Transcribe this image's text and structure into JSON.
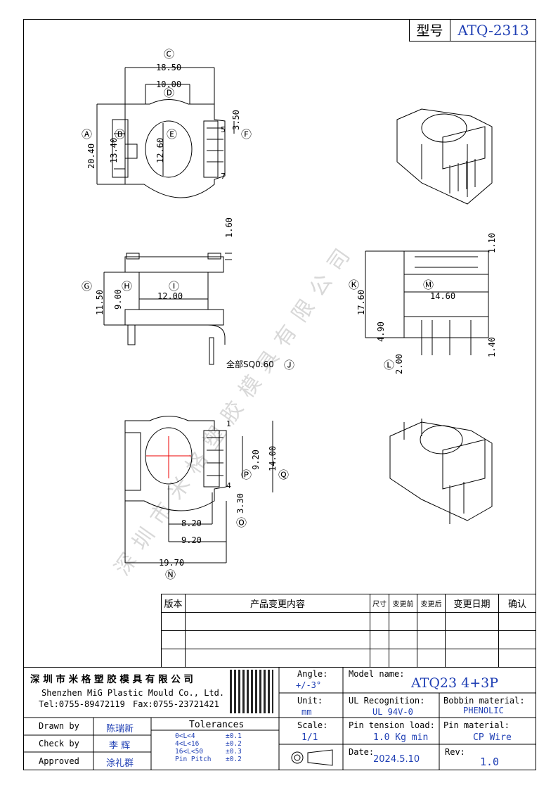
{
  "model_label": "型号",
  "model_value": "ATQ-2313",
  "watermark": "深圳市米格塑胶模具有限公司",
  "dims": {
    "d1850": "18.50",
    "d1000": "10.00",
    "d350": "3.50",
    "d2040": "20.40",
    "d1340": "13.40",
    "d1260": "12.60",
    "d160": "1.60",
    "d1150": "11.50",
    "d900": "9.00",
    "d1200": "12.00",
    "pin_note": "全部SQ0.60",
    "d110": "1.10",
    "d1760": "17.60",
    "d1460": "14.60",
    "d490": "4.90",
    "d200": "2.00",
    "d140": "1.40",
    "d1400": "14.00",
    "d920a": "9.20",
    "d330": "3.30",
    "d820": "8.20",
    "d920b": "9.20",
    "d1970": "19.70"
  },
  "circle_labels": {
    "A": "Ⓐ",
    "B": "Ⓑ",
    "C": "Ⓒ",
    "D": "Ⓓ",
    "E": "Ⓔ",
    "F": "Ⓕ",
    "G": "Ⓖ",
    "H": "Ⓗ",
    "I": "Ⓘ",
    "J": "Ⓙ",
    "K": "Ⓚ",
    "L": "Ⓛ",
    "M": "Ⓜ",
    "N": "Ⓝ",
    "O": "Ⓞ",
    "P": "Ⓟ",
    "Q": "Ⓠ"
  },
  "pin_numbers": {
    "p5": "5",
    "p7": "7",
    "p1": "1",
    "p4": "4"
  },
  "revision": {
    "headers": [
      "版本",
      "产品变更内容",
      "尺寸",
      "变更前",
      "变更后",
      "变更日期",
      "确认"
    ]
  },
  "title_block": {
    "company_cn": "深 圳 市 米 格 塑 胶 模 具 有 限 公 司",
    "company_en": "Shenzhen MiG Plastic Mould Co., Ltd.",
    "tel": "Tel:0755-89472119",
    "fax": "Fax:0755-23721421",
    "angle_label": "Angle:",
    "angle_value": "+/-3°",
    "unit_label": "Unit:",
    "unit_value": "mm",
    "scale_label": "Scale:",
    "scale_value": "1/1",
    "model_name_label": "Model name:",
    "model_name_value": "ATQ23 4+3P",
    "ul_label": "UL Recognition:",
    "ul_value": "UL 94V-0",
    "bobbin_label": "Bobbin material:",
    "bobbin_value": "PHENOLIC",
    "pin_tension_label": "Pin tension load:",
    "pin_tension_value": "1.0 Kg min",
    "pin_material_label": "Pin material:",
    "pin_material_value": "CP Wire",
    "date_label": "Date:",
    "date_value": "2024.5.10",
    "rev_label": "Rev:",
    "rev_value": "1.0",
    "drawn_label": "Drawn by",
    "drawn_value": "陈瑞新",
    "check_label": "Check by",
    "check_value": "李 辉",
    "approved_label": "Approved",
    "approved_value": "涂礼群",
    "tolerances_title": "Tolerances",
    "tol_rows": [
      {
        "range": "0<L<4",
        "tol": "±0.1"
      },
      {
        "range": "4<L<16",
        "tol": "±0.2"
      },
      {
        "range": "16<L<50",
        "tol": "±0.3"
      },
      {
        "range": "Pin Pitch",
        "tol": "±0.2"
      }
    ]
  }
}
